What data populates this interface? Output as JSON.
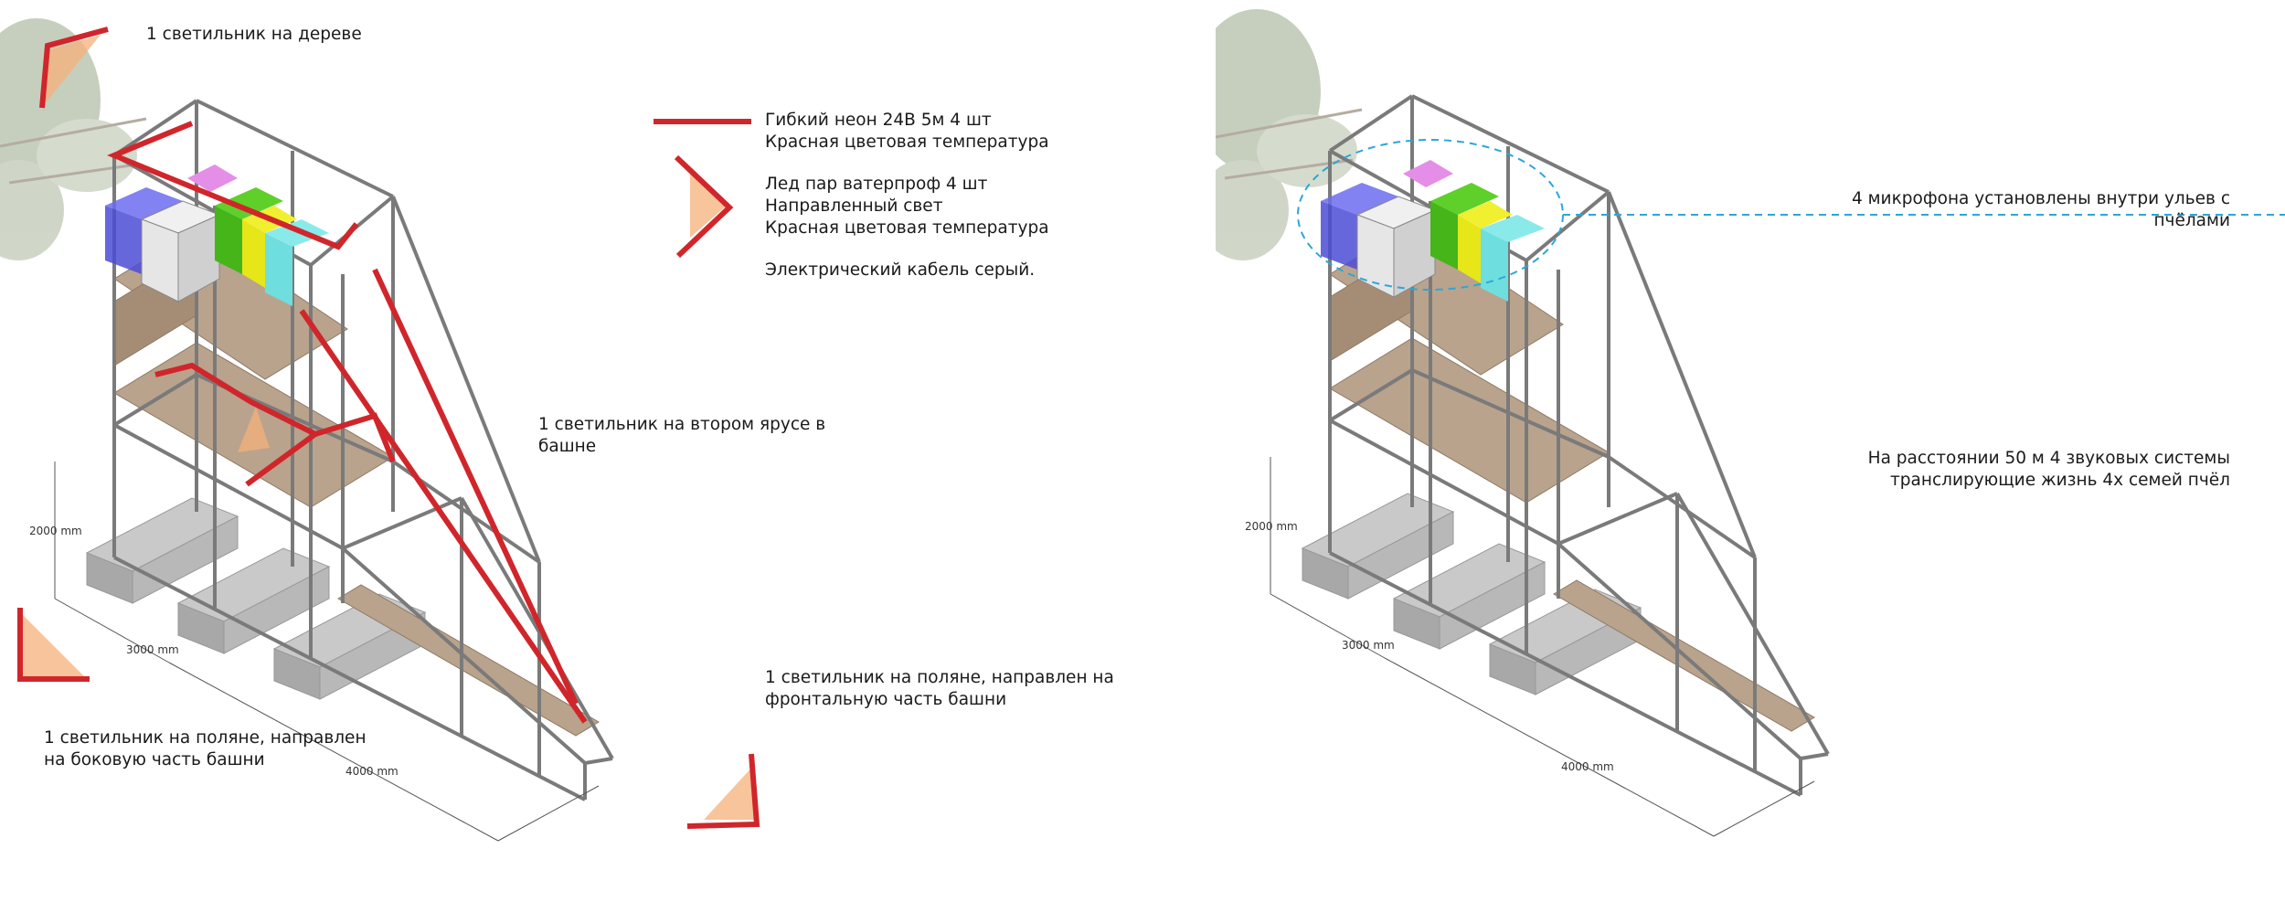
{
  "left": {
    "labels": {
      "tree_light": "1 светильник на дереве",
      "legend_neon": "Гибкий неон 24В 5м 4 шт\nКрасная цветовая температура",
      "legend_led": "Лед пар ватерпроф 4 шт\nНаправленный свет\nКрасная цветовая температура",
      "legend_cable": "Электрический кабель серый.",
      "second_tier": "1 светильник на втором ярусе в\nбашне",
      "meadow_front": "1 светильник на поляне, направлен на\nфронтальную часть башни",
      "meadow_side": "1 светильник на поляне, направлен\nна боковую часть башни"
    },
    "dimensions": {
      "height": "2000 mm",
      "width": "3000 mm",
      "length": "4000 mm"
    }
  },
  "right": {
    "labels": {
      "microphones": "4 микрофона установлены внутри ульев с пчёлами",
      "speakers": "На расстоянии 50 м 4 звуковых системы\nтранслирующие жизнь 4х семей пчёл"
    },
    "dimensions": {
      "height": "2000 mm",
      "width": "3000 mm",
      "length": "4000 mm"
    }
  },
  "colors": {
    "neon_red": "#d0262b",
    "led_orange": "#f5b07a",
    "pipe_gray": "#7a7a7a",
    "plank": "#b9a38d",
    "block_gray": "#b6b6b6",
    "hive_blue": "#4c4cd6",
    "hive_white": "#e6e6e6",
    "hive_pink": "#e48ee8",
    "hive_green": "#46b51a",
    "hive_yellow": "#e6e619",
    "hive_cyan": "#6fdede",
    "mic_line": "#2aa7d8",
    "tree": "#8a9a7a"
  }
}
